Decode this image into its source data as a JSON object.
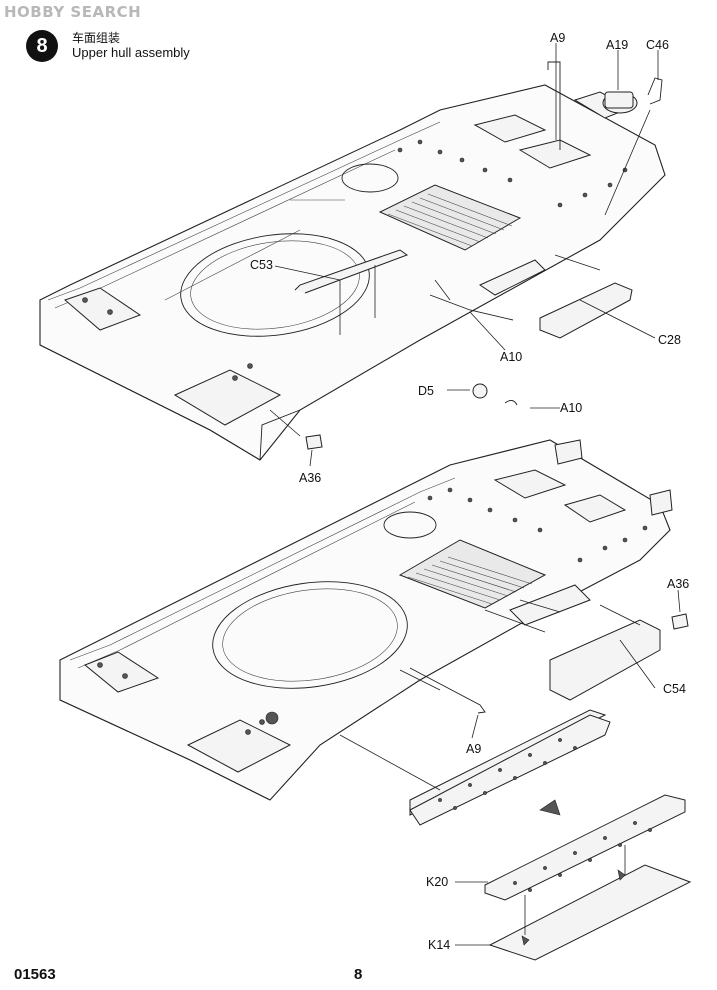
{
  "watermark": "HOBBY SEARCH",
  "step": {
    "number": "8",
    "title_cn": "车面组装",
    "title_en": "Upper hull assembly"
  },
  "callouts": {
    "a9_top": "A9",
    "a19": "A19",
    "c46": "C46",
    "c53": "C53",
    "c28": "C28",
    "a10_mid": "A10",
    "d5": "D5",
    "a10_low": "A10",
    "a36_top": "A36",
    "a36_bottom": "A36",
    "c54": "C54",
    "a9_bottom": "A9",
    "k20": "K20",
    "k14": "K14"
  },
  "footer": {
    "code": "01563",
    "page": "8"
  }
}
